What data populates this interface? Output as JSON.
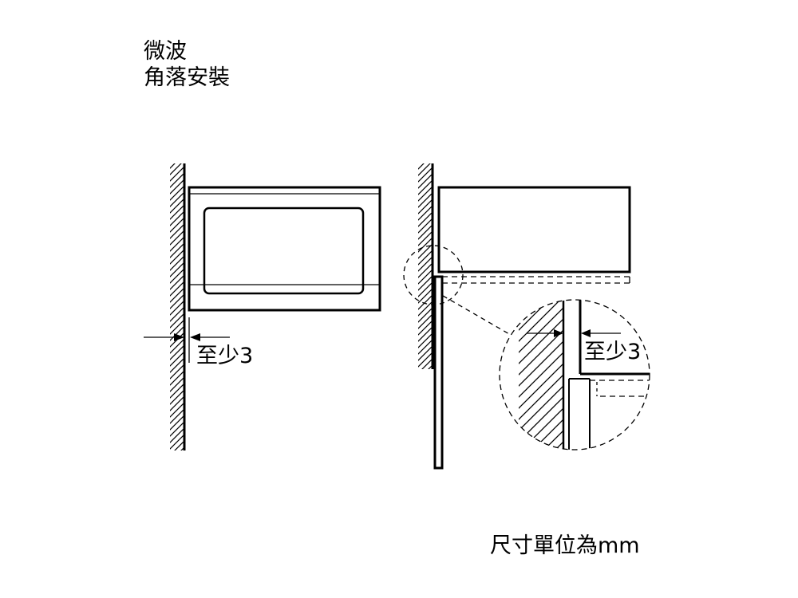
{
  "title": {
    "line1": "微波",
    "line2": "角落安裝"
  },
  "left_view": {
    "dimension_label": "至少3"
  },
  "detail_view": {
    "dimension_label": "至少3"
  },
  "units_note": "尺寸單位為mm"
}
